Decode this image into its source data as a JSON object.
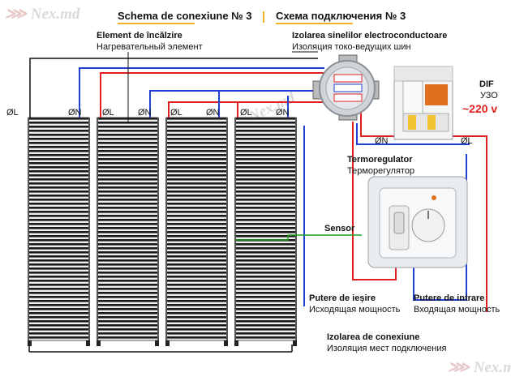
{
  "header": {
    "title_ro": "Schema de conexiune № 3",
    "title_ru": "Схема подключения № 3"
  },
  "labels": {
    "heating_element_ro": "Element de încălzire",
    "heating_element_ru": "Нагревательный элемент",
    "busbar_insulation_ro": "Izolarea sinelilor electroconductoare",
    "busbar_insulation_ru": "Изоляция токо-ведущих шин",
    "dif_ro": "DIF",
    "dif_ru": "УЗО",
    "voltage": "~220 v",
    "thermostat_ro": "Termoregulator",
    "thermostat_ru": "Терморегулятор",
    "sensor": "Sensor",
    "output_power_ro": "Putere de ieșire",
    "output_power_ru": "Исходящая мощность",
    "input_power_ro": "Putere de intrare",
    "input_power_ru": "Входящая мощность",
    "connection_insulation_ro": "Izolarea de conexiune",
    "connection_insulation_ru": "Изоляция мест подключения"
  },
  "terminals": {
    "l": "ØL",
    "n": "ØN"
  },
  "watermark": "Nex.md",
  "colors": {
    "phase": "#e02020",
    "neutral": "#2040d0",
    "sensor": "#20a020",
    "black": "#111111",
    "accent": "#f0b020"
  }
}
